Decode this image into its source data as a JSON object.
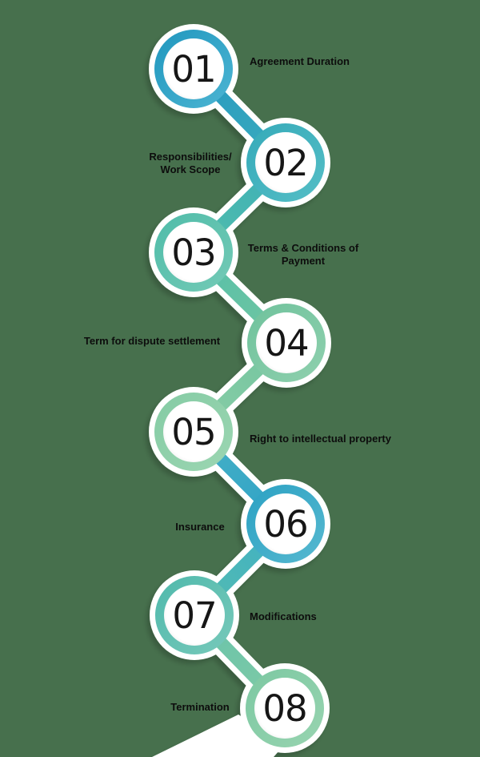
{
  "canvas": {
    "background": "#47704d",
    "bg_style": "background:#47704d"
  },
  "palette": {
    "number_color": "#161616",
    "label_color": "#0d0d0d",
    "halo_color": "#ffffff"
  },
  "steps": [
    {
      "number": "01",
      "label": "Agreement Duration",
      "ring_top": "#2097be",
      "ring_bottom": "#4db5d3"
    },
    {
      "number": "02",
      "label": "Responsibilities/\nWork Scope",
      "ring_top": "#35aab9",
      "ring_bottom": "#55bec6"
    },
    {
      "number": "03",
      "label": "Terms & Conditions of\nPayment",
      "ring_top": "#4fbca9",
      "ring_bottom": "#74cab6"
    },
    {
      "number": "04",
      "label": "Term for dispute settlement",
      "ring_top": "#6fc29c",
      "ring_bottom": "#8fd0ae"
    },
    {
      "number": "05",
      "label": "Right to intellectual property",
      "ring_top": "#84cba4",
      "ring_bottom": "#9cd6b2"
    },
    {
      "number": "06",
      "label": "Insurance",
      "ring_top": "#2ba1c3",
      "ring_bottom": "#57b9d0"
    },
    {
      "number": "07",
      "label": "Modifications",
      "ring_top": "#4fb9ac",
      "ring_bottom": "#78c9ba"
    },
    {
      "number": "08",
      "label": "Termination",
      "ring_top": "#7cc8a2",
      "ring_bottom": "#98d4b0"
    }
  ],
  "connectors": [
    {
      "from": "#2798c0",
      "to": "#3aadbd"
    },
    {
      "from": "#3db0b8",
      "to": "#52bdab"
    },
    {
      "from": "#55bfaa",
      "to": "#72c6a0"
    },
    {
      "from": "#74c5a0",
      "to": "#88cda6"
    },
    {
      "from": "#46b1c6",
      "to": "#2fa2c6"
    },
    {
      "from": "#3fb0c4",
      "to": "#55bcb0"
    },
    {
      "from": "#68c3ab",
      "to": "#80caa5"
    }
  ]
}
